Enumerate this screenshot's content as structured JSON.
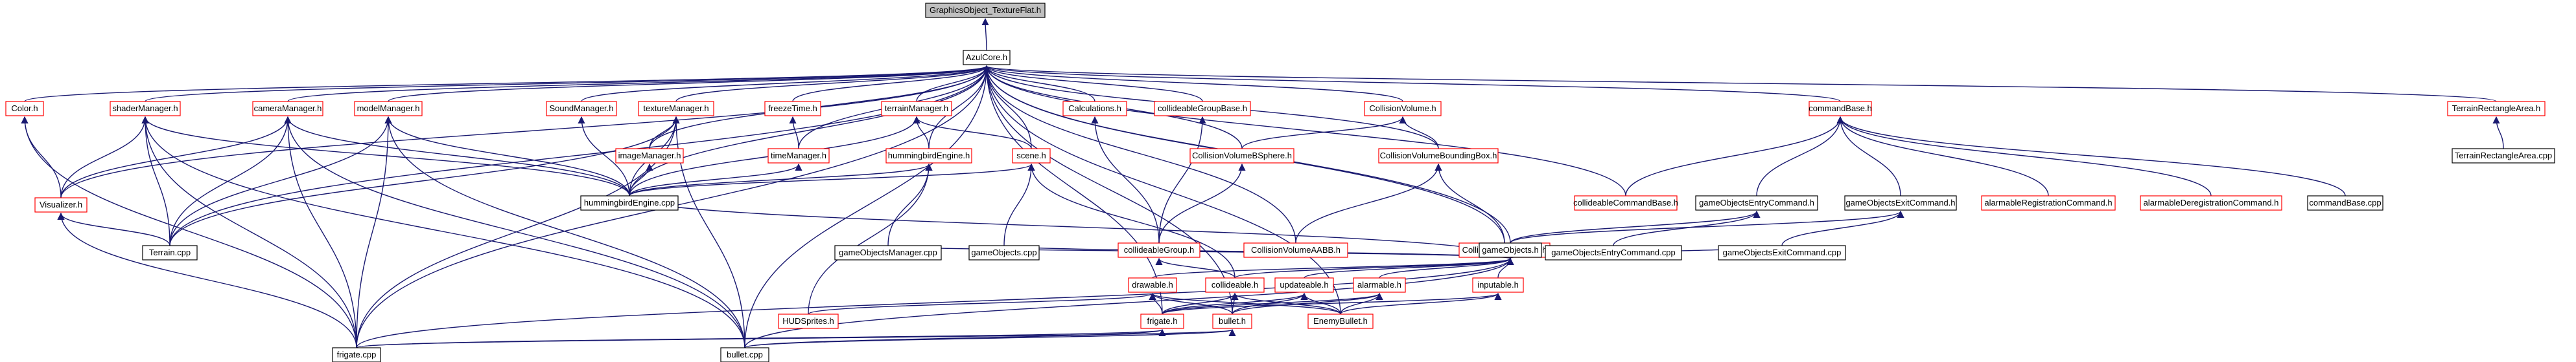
{
  "colors": {
    "edge": "#191970",
    "incomplete_border": "#ff0000",
    "complete_border": "#000000",
    "root_fill": "#bfbfbf"
  },
  "nodes": [
    {
      "id": "root",
      "label": "GraphicsObject_TextureFlat.h",
      "kind": "root"
    },
    {
      "id": "azul",
      "label": "AzulCore.h",
      "kind": "plain"
    },
    {
      "id": "color",
      "label": "Color.h",
      "kind": "ref"
    },
    {
      "id": "shaderMgr",
      "label": "shaderManager.h",
      "kind": "ref"
    },
    {
      "id": "cameraMgr",
      "label": "cameraManager.h",
      "kind": "ref"
    },
    {
      "id": "modelMgr",
      "label": "modelManager.h",
      "kind": "ref"
    },
    {
      "id": "soundMgr",
      "label": "SoundManager.h",
      "kind": "ref"
    },
    {
      "id": "textureMgr",
      "label": "textureManager.h",
      "kind": "ref"
    },
    {
      "id": "freezeTime",
      "label": "freezeTime.h",
      "kind": "ref"
    },
    {
      "id": "terrainMgr",
      "label": "terrainManager.h",
      "kind": "ref"
    },
    {
      "id": "calculations",
      "label": "Calculations.h",
      "kind": "ref"
    },
    {
      "id": "collGroupBase",
      "label": "collideableGroupBase.h",
      "kind": "ref"
    },
    {
      "id": "collVol",
      "label": "CollisionVolume.h",
      "kind": "ref"
    },
    {
      "id": "commandBase",
      "label": "commandBase.h",
      "kind": "ref"
    },
    {
      "id": "terrainRectH",
      "label": "TerrainRectangleArea.h",
      "kind": "ref"
    },
    {
      "id": "terrainRectCpp",
      "label": "TerrainRectangleArea.cpp",
      "kind": "plain"
    },
    {
      "id": "visualizer",
      "label": "Visualizer.h",
      "kind": "ref"
    },
    {
      "id": "imageMgr",
      "label": "imageManager.h",
      "kind": "ref"
    },
    {
      "id": "timeMgr",
      "label": "timeManager.h",
      "kind": "ref"
    },
    {
      "id": "hbEngineH",
      "label": "hummingbirdEngine.h",
      "kind": "ref"
    },
    {
      "id": "sceneH",
      "label": "scene.h",
      "kind": "ref"
    },
    {
      "id": "cvBSphere",
      "label": "CollisionVolumeBSphere.h",
      "kind": "ref"
    },
    {
      "id": "cvBBox",
      "label": "CollisionVolumeBoundingBox.h",
      "kind": "ref"
    },
    {
      "id": "collCmdBase",
      "label": "collideableCommandBase.h",
      "kind": "ref"
    },
    {
      "id": "goEntryCmdH",
      "label": "gameObjectsEntryCommand.h",
      "kind": "plain"
    },
    {
      "id": "goExitCmdH",
      "label": "gameObjectsExitCommand.h",
      "kind": "plain"
    },
    {
      "id": "alarmRegCmd",
      "label": "alarmableRegistrationCommand.h",
      "kind": "ref"
    },
    {
      "id": "alarmDeregCmd",
      "label": "alarmableDeregistrationCommand.h",
      "kind": "ref"
    },
    {
      "id": "commandBaseCpp",
      "label": "commandBase.cpp",
      "kind": "plain"
    },
    {
      "id": "hbEngineCpp",
      "label": "hummingbirdEngine.cpp",
      "kind": "plain"
    },
    {
      "id": "collGroupH",
      "label": "collideableGroup.h",
      "kind": "ref"
    },
    {
      "id": "cvAABB",
      "label": "CollisionVolumeAABB.h",
      "kind": "ref"
    },
    {
      "id": "cvOBB",
      "label": "CollisionVolumeOBB.h",
      "kind": "ref"
    },
    {
      "id": "gameObjectsH",
      "label": "gameObjects.h",
      "kind": "plain"
    },
    {
      "id": "terrainCpp",
      "label": "Terrain.cpp",
      "kind": "plain"
    },
    {
      "id": "goMgrCpp",
      "label": "gameObjectsManager.cpp",
      "kind": "plain"
    },
    {
      "id": "gameObjectsCpp",
      "label": "gameObjects.cpp",
      "kind": "plain"
    },
    {
      "id": "collideableH",
      "label": "collideable.h",
      "kind": "ref"
    },
    {
      "id": "drawableH",
      "label": "drawable.h",
      "kind": "ref"
    },
    {
      "id": "updateableH",
      "label": "updateable.h",
      "kind": "ref"
    },
    {
      "id": "alarmableH",
      "label": "alarmable.h",
      "kind": "ref"
    },
    {
      "id": "inputableH",
      "label": "inputable.h",
      "kind": "ref"
    },
    {
      "id": "goEntryCmdCpp",
      "label": "gameObjectsEntryCommand.cpp",
      "kind": "plain"
    },
    {
      "id": "goExitCmdCpp",
      "label": "gameObjectsExitCommand.cpp",
      "kind": "plain"
    },
    {
      "id": "hudSprites",
      "label": "HUDSprites.h",
      "kind": "ref"
    },
    {
      "id": "frigateH",
      "label": "frigate.h",
      "kind": "ref"
    },
    {
      "id": "bulletH",
      "label": "bullet.h",
      "kind": "ref"
    },
    {
      "id": "enemyBullet",
      "label": "EnemyBullet.h",
      "kind": "ref"
    },
    {
      "id": "frigateCpp",
      "label": "frigate.cpp",
      "kind": "plain"
    },
    {
      "id": "bulletCpp",
      "label": "bullet.cpp",
      "kind": "plain"
    }
  ]
}
